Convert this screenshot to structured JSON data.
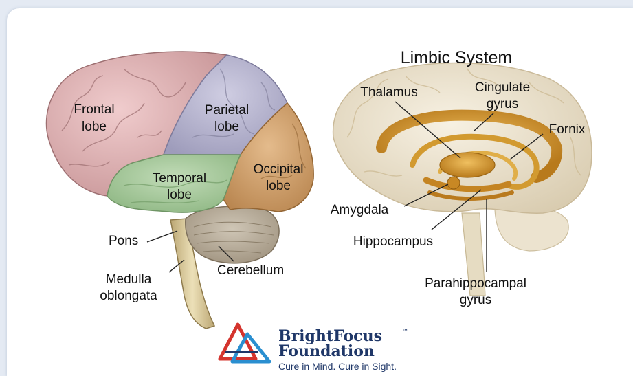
{
  "left_diagram": {
    "labels": {
      "frontal_1": "Frontal",
      "frontal_2": "lobe",
      "parietal_1": "Parietal",
      "parietal_2": "lobe",
      "temporal_1": "Temporal",
      "temporal_2": "lobe",
      "occipital_1": "Occipital",
      "occipital_2": "lobe",
      "pons": "Pons",
      "medulla_1": "Medulla",
      "medulla_2": "oblongata",
      "cerebellum": "Cerebellum"
    },
    "colors": {
      "frontal": "#e2b6b8",
      "parietal": "#b7b5cf",
      "temporal": "#a9cca0",
      "occipital": "#d3a36e",
      "cerebellum": "#b8ad9b",
      "stem": "#d8c89c"
    }
  },
  "right_diagram": {
    "title": "Limbic System",
    "labels": {
      "thalamus": "Thalamus",
      "cingulate_1": "Cingulate",
      "cingulate_2": "gyrus",
      "fornix": "Fornix",
      "amygdala": "Amygdala",
      "hippocampus": "Hippocampus",
      "parahippocampal_1": "Parahippocampal",
      "parahippocampal_2": "gyrus"
    },
    "colors": {
      "brain": "#efe6d2",
      "limbic": "#c98a22",
      "limbic_light": "#e4b24a"
    }
  },
  "logo": {
    "brand_1": "BrightFocus",
    "trademark": "™",
    "brand_2": "Foundation",
    "tagline": "Cure in Mind. Cure in Sight.",
    "colors": {
      "red": "#d4342e",
      "blue": "#2a8fd0",
      "navy": "#1f3768"
    }
  }
}
